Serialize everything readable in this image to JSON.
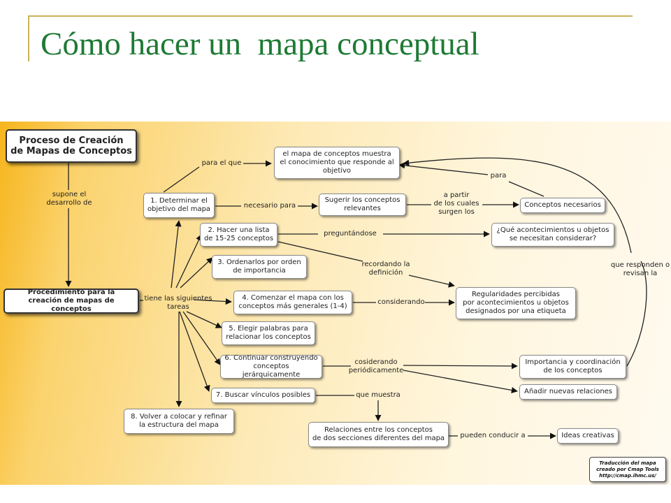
{
  "slide": {
    "title": "Cómo hacer un  mapa conceptual"
  },
  "nodes": {
    "root": "Proceso de Creación\nde Mapas de Conceptos",
    "procedure": "Procedimiento para la\ncreación de mapas de conceptos",
    "n1": "1. Determinar el\nobjetivo del mapa",
    "objective": "el mapa de conceptos muestra\nel conocimiento que responde al\nobjetivo",
    "suggest": "Sugerir los conceptos\nrelevantes",
    "needed": "Conceptos necesarios",
    "n2": "2. Hacer una lista\nde 15-25 conceptos",
    "question": "¿Qué acontecimientos u objetos\nse necesitan considerar?",
    "n3": "3. Ordenarlos por orden\nde importancia",
    "regularities": "Regularidades percibidas\npor acontecimientos u  objetos\ndesignados por una etiqueta",
    "n4": "4. Comenzar el mapa con los\nconceptos más generales (1-4)",
    "n5": "5. Elegir palabras para\nrelacionar los conceptos",
    "n6": "6. Continuar construyendo\nconceptos jerárquicamente",
    "importance": "Importancia y coordinación\nde los conceptos",
    "new_relations": "Añadir nuevas relaciones",
    "n7": "7. Buscar vínculos posibles",
    "n8": "8. Volver a colocar y refinar\nla estructura del mapa",
    "relations_sections": "Relaciones entre los conceptos\nde dos secciones diferentes del mapa",
    "creative": "Ideas creativas"
  },
  "link_labels": {
    "supone": "supone el\ndesarrollo de",
    "para_el_que": "para el que",
    "necesario_para": "necesario para",
    "a_partir": "a partir\nde los cuales\nsurgen los",
    "para": "para",
    "preguntandose": "preguntándose",
    "recordando": "recordando la\ndefinición",
    "tiene": "tiene las siguientes\ntareas",
    "considerando": "considerando",
    "considerando_periodicamente": "cosiderando\nperiódicamente",
    "que_responden": "que responden o\nrevisan la",
    "que_muestra": "que muestra",
    "pueden_conducir": "pueden conducir a"
  },
  "credit": "Traducción del mapa\ncreado por Cmap Tools\nhttp://cmap.ihmc.us/",
  "colors": {
    "title": "#1e7a34",
    "rule": "#c9b35a",
    "gradient_left": "#f6b51c",
    "gradient_right": "#fffaf0"
  }
}
